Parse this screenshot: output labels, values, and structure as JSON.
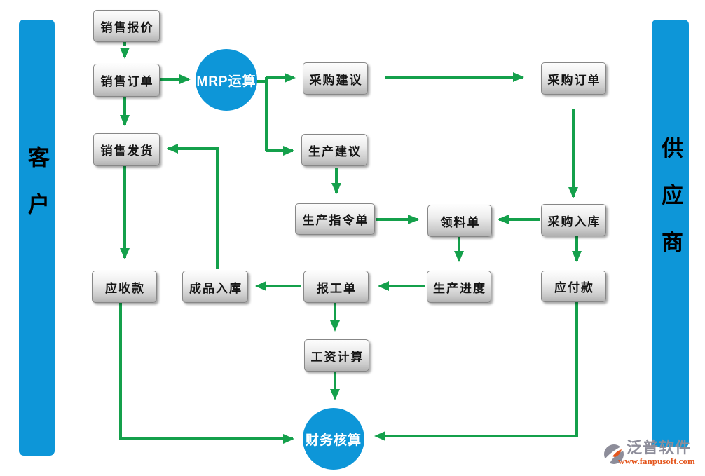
{
  "colors": {
    "bar_blue": "#0d96d8",
    "arrow_green": "#14a04b",
    "box_border": "#878787",
    "watermark_gray": "#8d8d9a",
    "watermark_orange": "#e4561d"
  },
  "side_bars": {
    "left": {
      "label": "客户"
    },
    "right": {
      "label": "供应商"
    }
  },
  "circles": {
    "mrp": {
      "label": "MRP运算"
    },
    "finance": {
      "label": "财务核算"
    }
  },
  "nodes": {
    "sales_quote": {
      "label": "销售报价"
    },
    "sales_order": {
      "label": "销售订单"
    },
    "sales_delivery": {
      "label": "销售发货"
    },
    "receivables": {
      "label": "应收款"
    },
    "finished_in": {
      "label": "成品入库"
    },
    "purchase_sugg": {
      "label": "采购建议"
    },
    "prod_sugg": {
      "label": "生产建议"
    },
    "prod_order": {
      "label": "生产指令单"
    },
    "work_report": {
      "label": "报工单"
    },
    "salary_calc": {
      "label": "工资计算"
    },
    "material_req": {
      "label": "领料单"
    },
    "prod_progress": {
      "label": "生产进度"
    },
    "purchase_order": {
      "label": "采购订单"
    },
    "purchase_in": {
      "label": "采购入库"
    },
    "payables": {
      "label": "应付款"
    }
  },
  "watermark": {
    "brand": "泛普软件",
    "url": "www.fanpusoft.com"
  }
}
